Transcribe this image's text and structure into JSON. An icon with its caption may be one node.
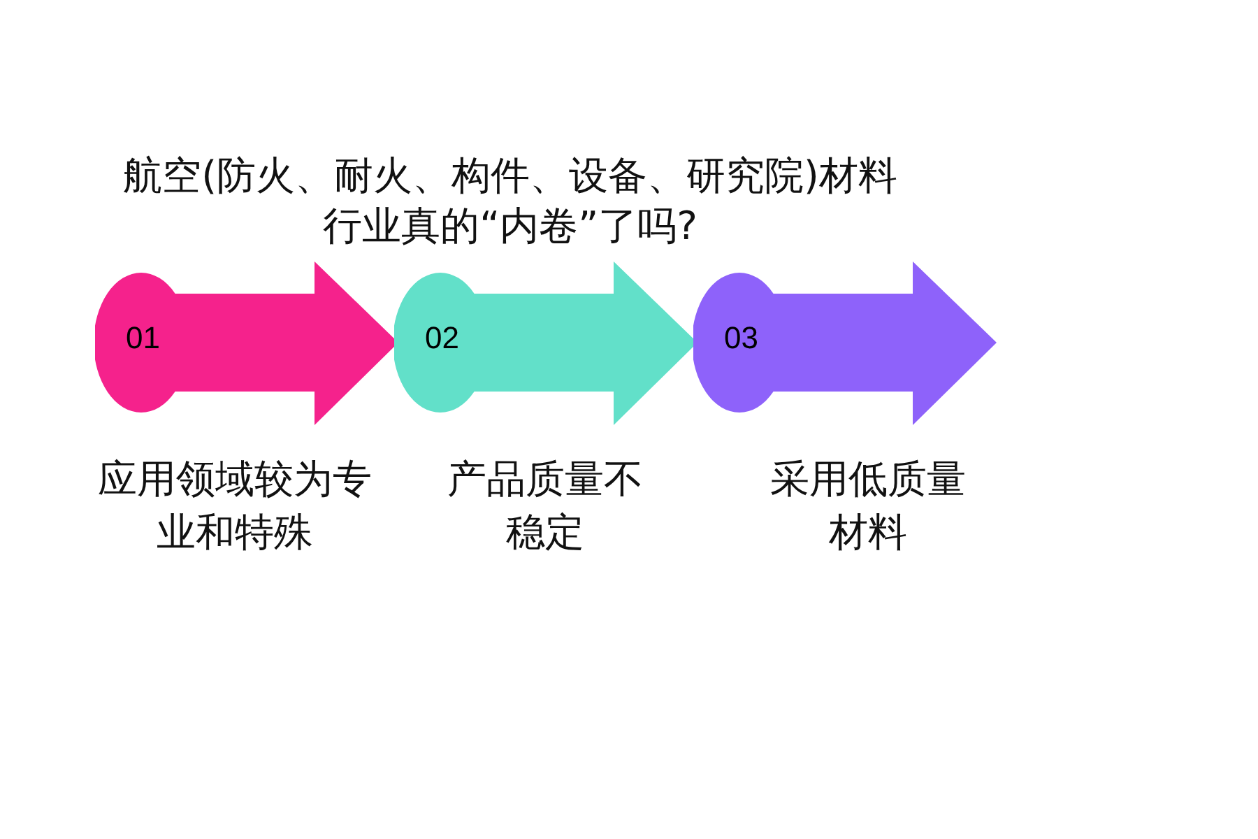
{
  "diagram": {
    "title": "航空(防火、耐火、构件、设备、研究院)材料行业真的“内卷”了吗?",
    "nodes": [
      {
        "text": [
          "01"
        ],
        "beside": [
          "应用领域较为专业和特殊"
        ]
      },
      {
        "text": [
          "02"
        ],
        "beside": [
          "产品质量不稳定"
        ]
      },
      {
        "text": [
          "03"
        ],
        "beside": [
          "采用低质量材料"
        ]
      }
    ]
  }
}
